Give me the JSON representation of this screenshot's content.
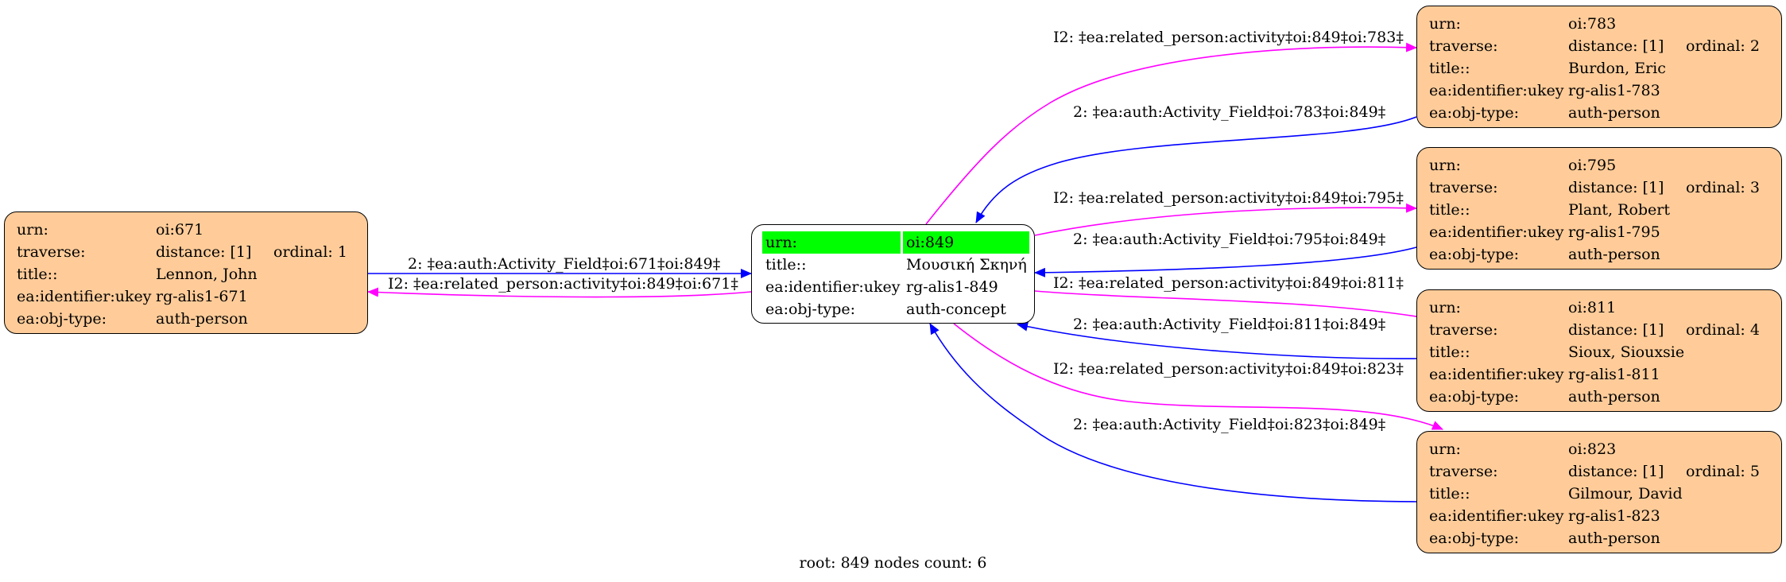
{
  "footer": "root: 849 nodes count: 6",
  "colors": {
    "forward_edge": "#0000ff",
    "inverse_edge": "#ff00ff",
    "node_fill": "#ffcc99",
    "root_highlight": "#00ff00"
  },
  "root": {
    "rows": [
      {
        "k": "urn:",
        "v": "oi:849"
      },
      {
        "k": "title::",
        "v": "Μουσική Σκηνή"
      },
      {
        "k": "ea:identifier:ukey",
        "v": "rg-alis1-849"
      },
      {
        "k": "ea:obj-type:",
        "v": "auth-concept"
      }
    ]
  },
  "nodes": [
    {
      "urn": "oi:671",
      "distance": "distance: [1]",
      "ordinal": "ordinal: 1",
      "title": "Lennon, John",
      "ukey": "rg-alis1-671",
      "type": "auth-person"
    },
    {
      "urn": "oi:783",
      "distance": "distance: [1]",
      "ordinal": "ordinal: 2",
      "title": "Burdon, Eric",
      "ukey": "rg-alis1-783",
      "type": "auth-person"
    },
    {
      "urn": "oi:795",
      "distance": "distance: [1]",
      "ordinal": "ordinal: 3",
      "title": "Plant, Robert",
      "ukey": "rg-alis1-795",
      "type": "auth-person"
    },
    {
      "urn": "oi:811",
      "distance": "distance: [1]",
      "ordinal": "ordinal: 4",
      "title": "Sioux, Siouxsie",
      "ukey": "rg-alis1-811",
      "type": "auth-person"
    },
    {
      "urn": "oi:823",
      "distance": "distance: [1]",
      "ordinal": "ordinal: 5",
      "title": "Gilmour, David",
      "ukey": "rg-alis1-823",
      "type": "auth-person"
    }
  ],
  "row_keys": [
    "urn:",
    "traverse:",
    "title::",
    "ea:identifier:ukey",
    "ea:obj-type:"
  ],
  "edges": [
    {
      "label": "2: ‡ea:auth:Activity_Field‡oi:671‡oi:849‡",
      "kind": "forward"
    },
    {
      "label": "I2: ‡ea:related_person:activity‡oi:849‡oi:671‡",
      "kind": "inverse"
    },
    {
      "label": "I2: ‡ea:related_person:activity‡oi:849‡oi:783‡",
      "kind": "inverse"
    },
    {
      "label": "2: ‡ea:auth:Activity_Field‡oi:783‡oi:849‡",
      "kind": "forward"
    },
    {
      "label": "I2: ‡ea:related_person:activity‡oi:849‡oi:795‡",
      "kind": "inverse"
    },
    {
      "label": "2: ‡ea:auth:Activity_Field‡oi:795‡oi:849‡",
      "kind": "forward"
    },
    {
      "label": "I2: ‡ea:related_person:activity‡oi:849‡oi:811‡",
      "kind": "inverse"
    },
    {
      "label": "2: ‡ea:auth:Activity_Field‡oi:811‡oi:849‡",
      "kind": "forward"
    },
    {
      "label": "I2: ‡ea:related_person:activity‡oi:849‡oi:823‡",
      "kind": "inverse"
    },
    {
      "label": "2: ‡ea:auth:Activity_Field‡oi:823‡oi:849‡",
      "kind": "forward"
    }
  ]
}
